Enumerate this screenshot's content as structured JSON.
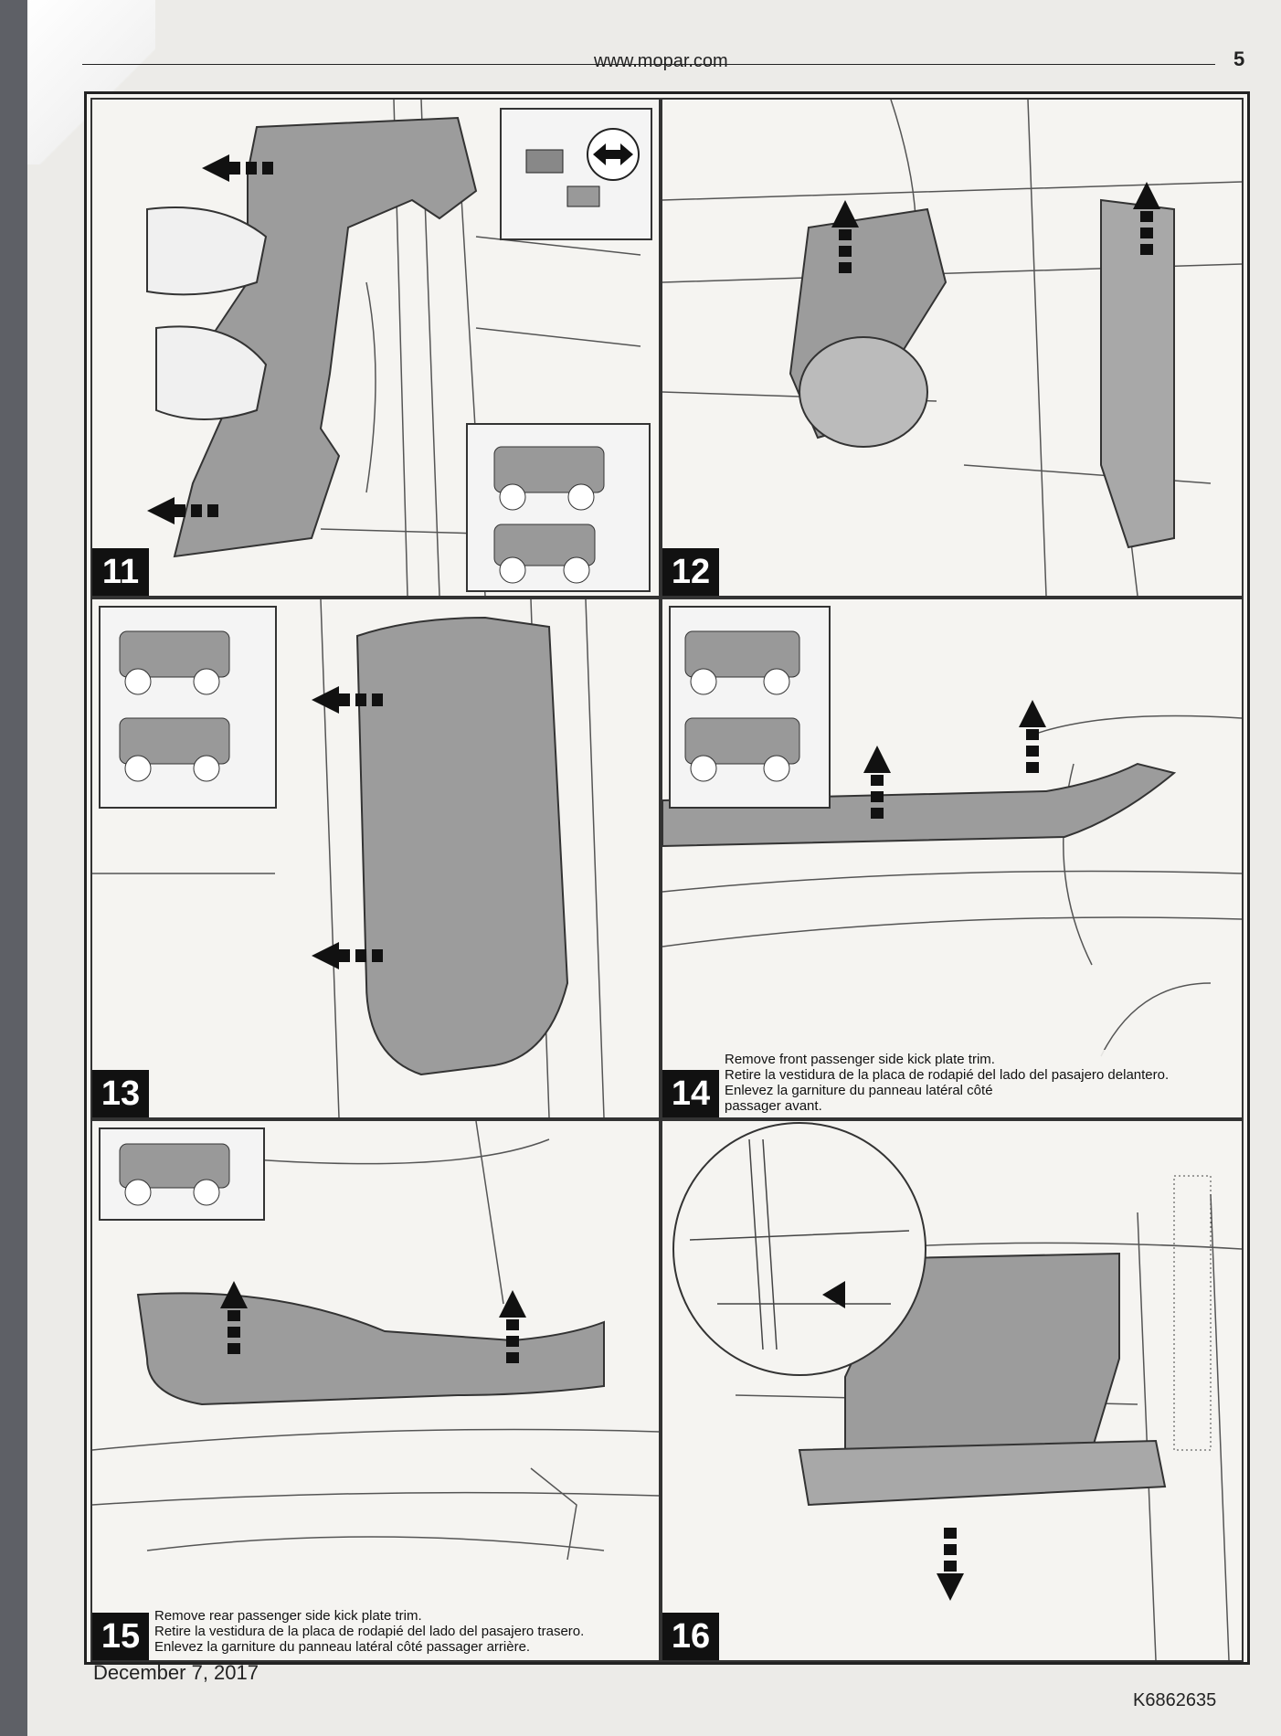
{
  "header": {
    "url": "www.mopar.com",
    "page_number": "5"
  },
  "steps": [
    {
      "number": "11"
    },
    {
      "number": "12"
    },
    {
      "number": "13"
    },
    {
      "number": "14",
      "caption": [
        "Remove front passenger side kick plate trim.",
        "Retire la vestidura de la placa de rodapié del lado del pasajero delantero.",
        "Enlevez la garniture du panneau latéral côté",
        "passager avant."
      ]
    },
    {
      "number": "15",
      "caption": [
        "Remove rear passenger side kick plate trim.",
        "Retire la vestidura de la placa de rodapié del lado del pasajero trasero.",
        "Enlevez la garniture du panneau latéral côté passager arrière."
      ]
    },
    {
      "number": "16"
    }
  ],
  "footer": {
    "date": "December 7, 2017",
    "doc_code": "K6862635"
  }
}
